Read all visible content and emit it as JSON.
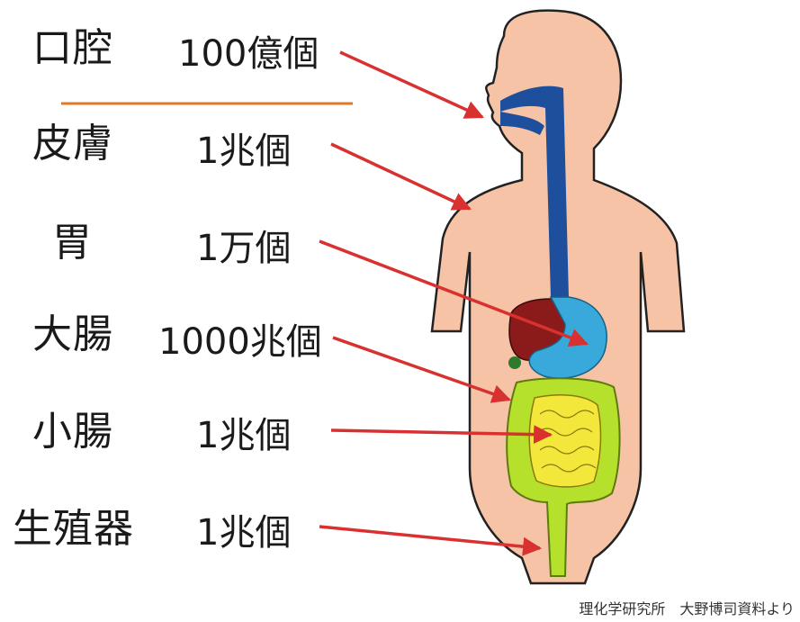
{
  "rows": [
    {
      "organ": "口腔",
      "count": "100億個"
    },
    {
      "organ": "皮膚",
      "count": "1兆個"
    },
    {
      "organ": "胃",
      "count": "1万個"
    },
    {
      "organ": "大腸",
      "count": "1000兆個"
    },
    {
      "organ": "小腸",
      "count": "1兆個"
    },
    {
      "organ": "生殖器",
      "count": "1兆個"
    }
  ],
  "credit": "理化学研究所　大野博司資料より",
  "colors": {
    "skin": "#f6c3a6",
    "skin_outline": "#222222",
    "airway": "#1d4f9c",
    "stomach": "#39a9dc",
    "liver": "#8b1a1a",
    "intestine_large": "#b5e02c",
    "intestine_small": "#f2e73a",
    "arrow": "#d93030",
    "divider": "#e07a28"
  }
}
